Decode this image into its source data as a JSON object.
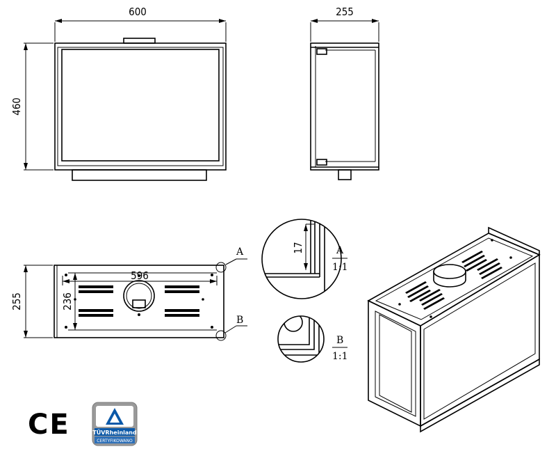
{
  "dimensions": {
    "front_width": "600",
    "front_height": "460",
    "side_depth": "255",
    "rear_width": "596",
    "rear_height": "236",
    "rear_depth": "255"
  },
  "details": {
    "a_marker": "A",
    "b_marker": "B",
    "detail_a_label": "A",
    "detail_a_scale": "1:1",
    "detail_a_dimension": "17",
    "detail_b_label": "B",
    "detail_b_scale": "1:1"
  },
  "certification": {
    "ce_mark": "CE",
    "tuv_brand": "TÜVRheinland",
    "tuv_status": "CERTYFIKOWANO"
  },
  "colors": {
    "line": "#000000",
    "tuv_blue": "#0a58a8",
    "tuv_grey": "#9a9a9a"
  }
}
